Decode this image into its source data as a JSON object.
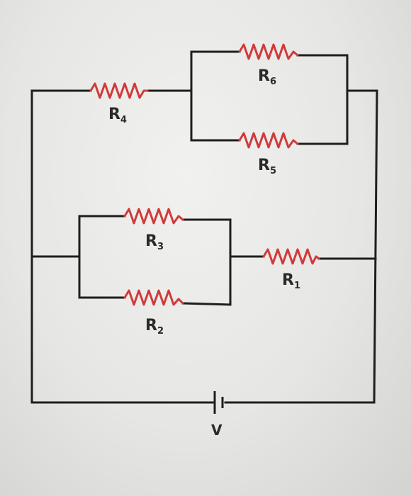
{
  "diagram": {
    "resistors": [
      {
        "id": "R6",
        "letter": "R",
        "sub": "6"
      },
      {
        "id": "R4",
        "letter": "R",
        "sub": "4"
      },
      {
        "id": "R5",
        "letter": "R",
        "sub": "5"
      },
      {
        "id": "R3",
        "letter": "R",
        "sub": "3"
      },
      {
        "id": "R1",
        "letter": "R",
        "sub": "1"
      },
      {
        "id": "R2",
        "letter": "R",
        "sub": "2"
      }
    ],
    "source": {
      "label": "V"
    },
    "colors": {
      "resistor": "#d03a3a",
      "wire": "#1e1e1e"
    }
  }
}
